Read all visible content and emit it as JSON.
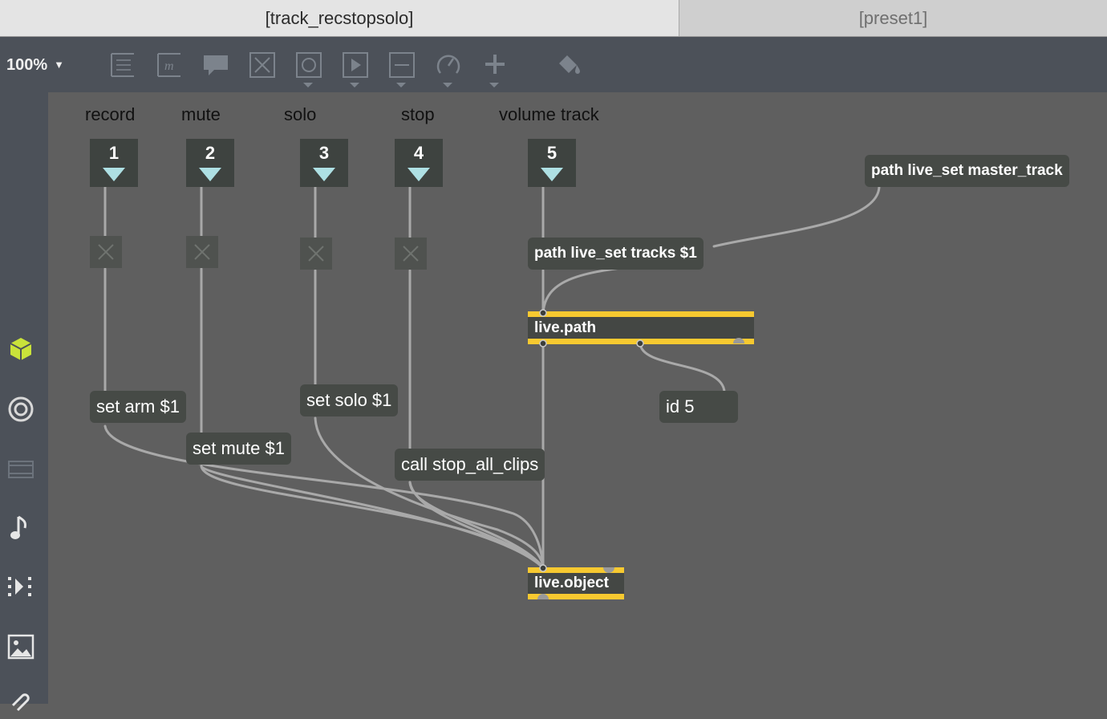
{
  "tabs": [
    {
      "label": "[track_recstopsolo]",
      "active": true
    },
    {
      "label": "[preset1]",
      "active": false
    }
  ],
  "toolbar": {
    "zoom": "100%",
    "icons": [
      "object-box-icon",
      "message-box-icon",
      "comment-icon",
      "toggle-icon",
      "button-icon",
      "inlet-icon",
      "number-icon",
      "dial-icon",
      "add-icon",
      "paint-bucket-icon"
    ]
  },
  "sidebar": {
    "icons": [
      "cube-icon",
      "target-icon",
      "film-icon",
      "music-note-icon",
      "playlist-icon",
      "image-icon",
      "paperclip-icon"
    ]
  },
  "patch": {
    "labels": [
      "record",
      "mute",
      "solo",
      "stop",
      "volume track"
    ],
    "inlets": [
      "1",
      "2",
      "3",
      "4",
      "5"
    ],
    "messages": {
      "set_arm": "set arm $1",
      "set_mute": "set mute $1",
      "set_solo": "set solo $1",
      "stop_all": "call stop_all_clips",
      "id5": "id 5",
      "path_tracks": "path live_set tracks $1",
      "path_master": "path live_set master_track"
    },
    "objects": {
      "live_path": "live.path",
      "live_object": "live.object"
    }
  },
  "colors": {
    "canvas": "#5f5f5f",
    "toolbar": "#4c5159",
    "accent": "#f7c930",
    "cube": "#c9e23a",
    "wire": "#a9a9a9"
  }
}
